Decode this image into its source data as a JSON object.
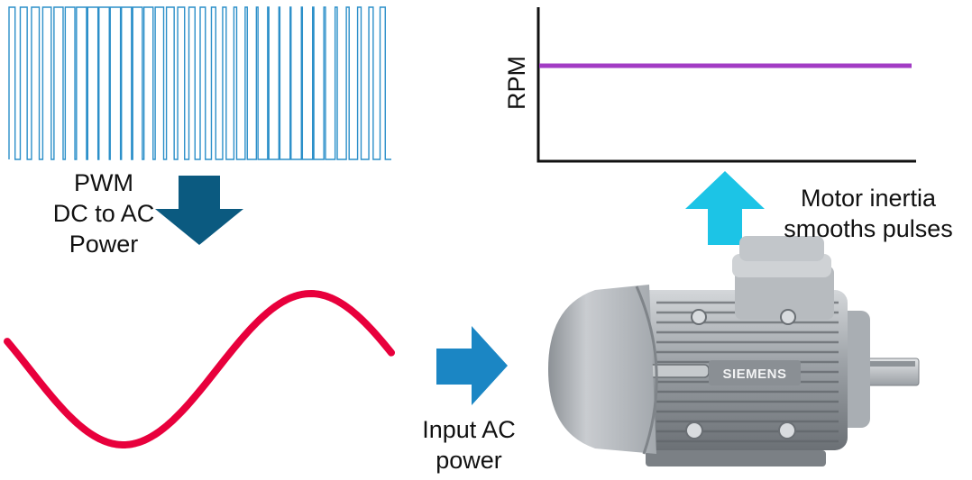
{
  "pwm_label": {
    "line1": "PWM",
    "line2": "DC to AC",
    "line3": "Power"
  },
  "input_label": {
    "line1": "Input AC",
    "line2": "power"
  },
  "inertia_label": {
    "line1": "Motor inertia",
    "line2": "smooths pulses"
  },
  "rpm_chart": {
    "ylabel": "RPM",
    "level": 0.62
  },
  "motor": {
    "brand": "SIEMENS"
  },
  "colors": {
    "pwm_signal": "#2b8fc9",
    "sine_wave": "#e8003c",
    "down_arrow": "#0b5a80",
    "right_arrow": "#1b86c4",
    "up_arrow": "#1cc4e6",
    "rpm_line": "#a23cc4",
    "text": "#111111"
  },
  "icons": {
    "down_arrow": "arrow-down-icon",
    "right_arrow": "arrow-right-icon",
    "up_arrow": "arrow-up-icon",
    "motor": "electric-motor-icon"
  }
}
